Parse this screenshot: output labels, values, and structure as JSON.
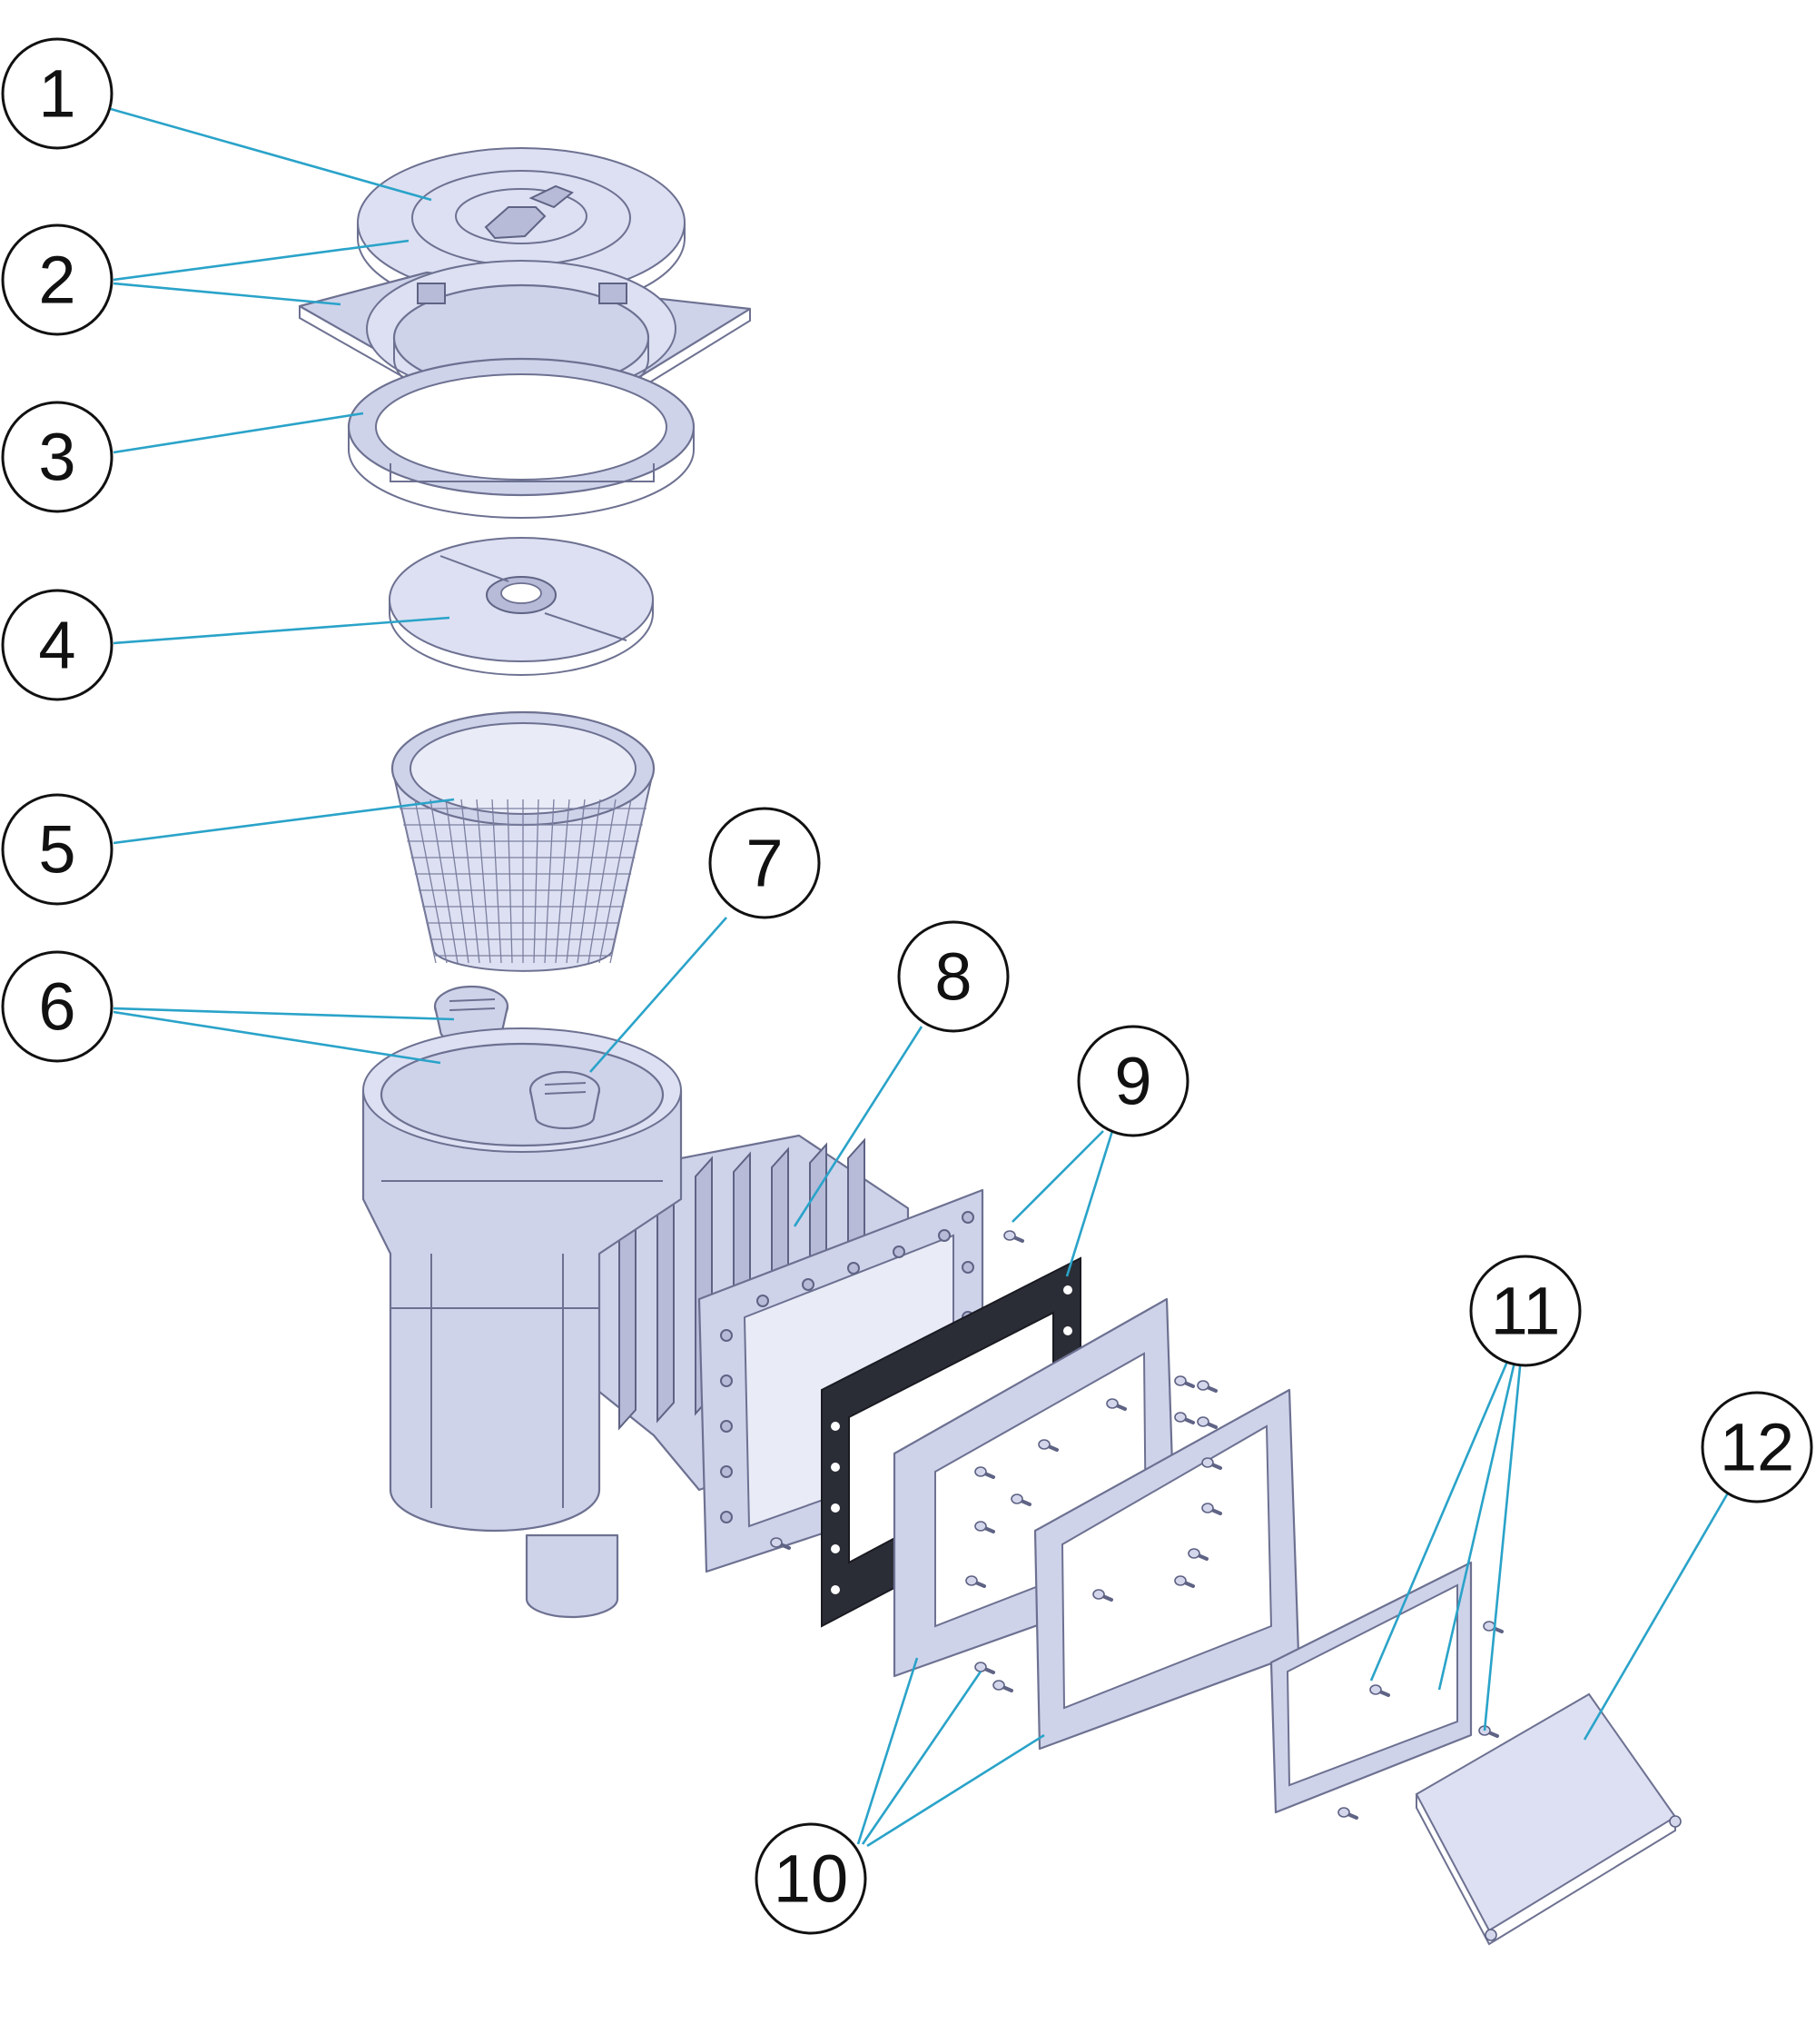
{
  "callouts": [
    {
      "id": "1",
      "label": "1"
    },
    {
      "id": "2",
      "label": "2"
    },
    {
      "id": "3",
      "label": "3"
    },
    {
      "id": "4",
      "label": "4"
    },
    {
      "id": "5",
      "label": "5"
    },
    {
      "id": "6",
      "label": "6"
    },
    {
      "id": "7",
      "label": "7"
    },
    {
      "id": "8",
      "label": "8"
    },
    {
      "id": "9",
      "label": "9"
    },
    {
      "id": "10",
      "label": "10"
    },
    {
      "id": "11",
      "label": "11"
    },
    {
      "id": "12",
      "label": "12"
    }
  ],
  "colors": {
    "part_fill": "#cfd3ea",
    "part_stroke": "#6d7191",
    "gasket": "#2b2d36",
    "leader_line": "#2aa3c9",
    "callout_stroke": "#111111"
  }
}
